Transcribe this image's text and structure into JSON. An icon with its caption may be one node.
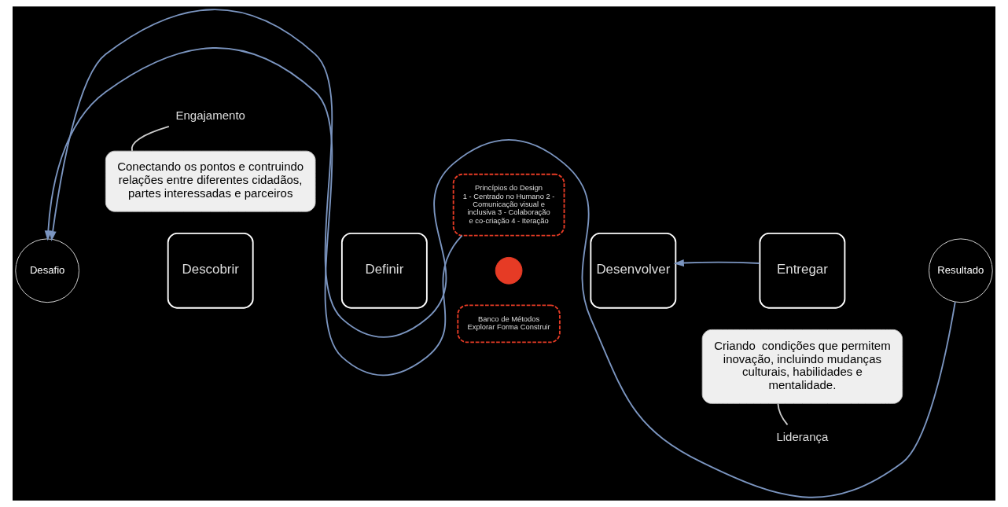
{
  "diagram": {
    "nodes": [
      {
        "text": [
          "Desafio"
        ]
      },
      {
        "text": [
          "Descobrir"
        ]
      },
      {
        "text": [
          "Definir"
        ]
      },
      {
        "text": [],
        "shape": "circle"
      },
      {
        "text": [
          "Desenvolver"
        ]
      },
      {
        "text": [
          "Entregar"
        ]
      },
      {
        "text": [
          "Resultado"
        ]
      },
      {
        "text": [
          "Princípios do Design",
          "1 - Centrado no Humano 2 - Comunicação visual e inclusiva 3 - Colaboração e co-criação 4 - Iteração"
        ]
      },
      {
        "text": [
          "Banco de Métodos",
          "Explorar Forma Construir"
        ]
      },
      {
        "text": [
          "Conectando os pontos e contruindo relações entre diferentes cidadãos, partes interessadas e parceiros"
        ]
      },
      {
        "text": [
          "Criando  condições que permitem inovação, incluindo mudanças culturais, habilidades e mentalidade."
        ]
      },
      {
        "text": [
          "Engajamento"
        ]
      },
      {
        "text": [
          "Liderança"
        ]
      }
    ],
    "edges": [
      {
        "from": 7,
        "to": 0,
        "arrow": "to",
        "color": "#7b95c0"
      },
      {
        "from": 6,
        "to": 0,
        "arrow": "to",
        "color": "#7b95c0"
      },
      {
        "from": 5,
        "to": 4,
        "arrow": "to",
        "color": "#7b95c0"
      },
      {
        "from": 11,
        "to": 9,
        "arrow": "none",
        "color": "#cccccc"
      },
      {
        "from": 12,
        "to": 10,
        "arrow": "none",
        "color": "#cccccc"
      }
    ]
  }
}
